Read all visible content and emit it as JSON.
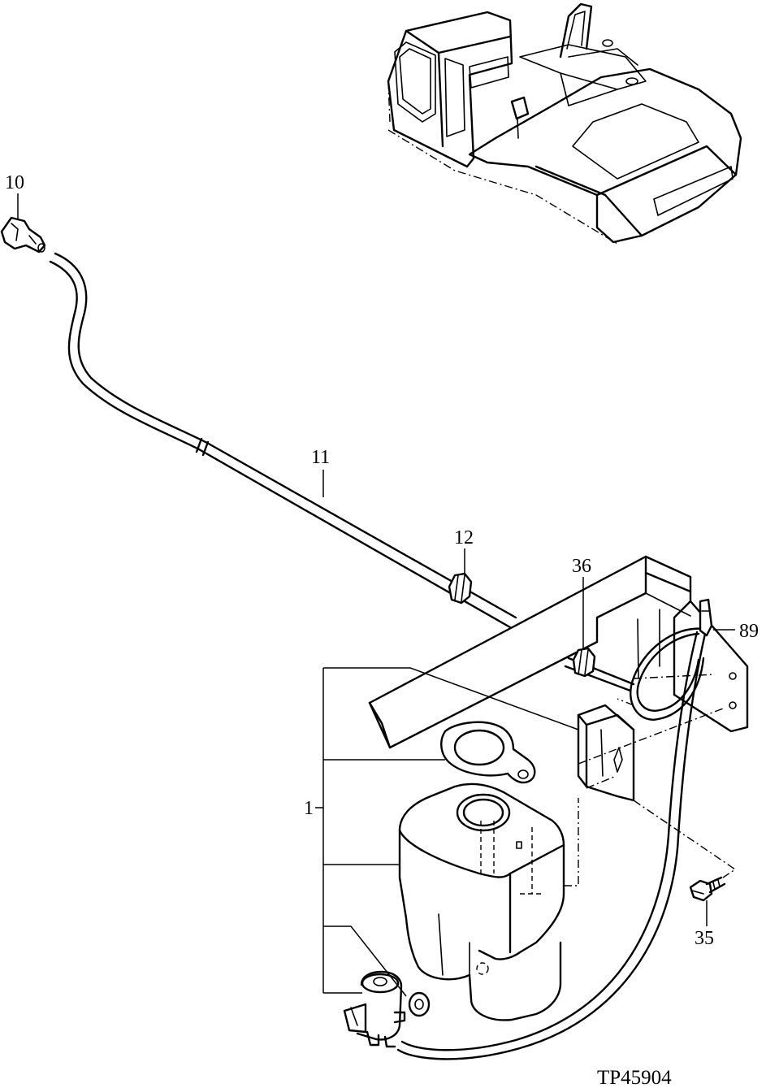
{
  "figure_ref": "TP45904",
  "callouts": [
    {
      "id": "c10",
      "label": "10"
    },
    {
      "id": "c11",
      "label": "11"
    },
    {
      "id": "c12",
      "label": "12"
    },
    {
      "id": "c36",
      "label": "36"
    },
    {
      "id": "c89",
      "label": "89"
    },
    {
      "id": "c1",
      "label": "1"
    },
    {
      "id": "c35",
      "label": "35"
    }
  ]
}
